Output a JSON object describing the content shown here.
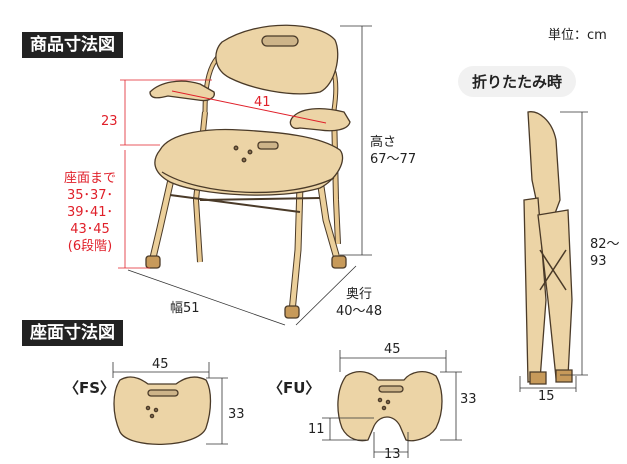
{
  "headings": {
    "product_dimensions": "商品寸法図",
    "seat_dimensions": "座面寸法図",
    "unit": "単位：cm",
    "folded": "折りたたみ時"
  },
  "chair_dims": {
    "armrest_width": "41",
    "armrest_height": "23",
    "seat_height_lines": [
      "座面まで",
      "35･37･",
      "39･41･",
      "43･45",
      "(6段階)"
    ],
    "total_height_lines": [
      "高さ",
      "67〜77"
    ],
    "depth_lines": [
      "奥行",
      "40〜48"
    ],
    "width": "幅51"
  },
  "folded_dims": {
    "height_lines": [
      "82〜",
      "93"
    ],
    "width": "15"
  },
  "seat_fs": {
    "label": "〈FS〉",
    "width": "45",
    "depth": "33"
  },
  "seat_fu": {
    "label": "〈FU〉",
    "width": "45",
    "depth": "33",
    "cutout_depth": "11",
    "cutout_width": "13"
  },
  "colors": {
    "chair_fill": "#ecd4a6",
    "chair_stroke": "#4a3a28",
    "accent_red": "#e0202a",
    "dim_line": "#333333"
  }
}
